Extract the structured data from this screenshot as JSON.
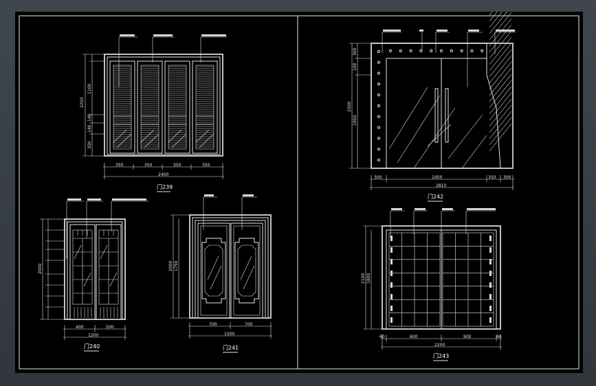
{
  "drawing": {
    "background": "#000000",
    "line_color": "#e8e8e8",
    "captions": {
      "d239": "门239",
      "d240": "门240",
      "d241": "门241",
      "d242": "门242",
      "d243": "门243"
    },
    "dims": {
      "d239_h_total": "2250",
      "d239_h_top": "1100",
      "d239_h_a": "140",
      "d239_h_b": "140",
      "d239_h_c": "350",
      "d239_w1": "350",
      "d239_w2": "350",
      "d239_w3": "350",
      "d239_w4": "350",
      "d239_w_total": "2400",
      "d240_h_total": "2000",
      "d240_w1": "400",
      "d240_w2": "500",
      "d240_w_total": "1200",
      "d241_h_total": "2000",
      "d241_h_inner": "1750",
      "d241_w1": "700",
      "d241_w2": "700",
      "d241_w_total": "1500",
      "d242_h_total": "2500",
      "d242_h_top": "300",
      "d242_h_mid": "100",
      "d242_h_low": "1900",
      "d242_w1": "300",
      "d242_w2": "1950",
      "d242_w3": "350",
      "d242_w4": "300",
      "d242_w_total": "2810",
      "d243_h_total": "2100",
      "d243_h_inner": "1800",
      "d243_w1": "60",
      "d243_w2": "600",
      "d243_w3": "900",
      "d243_w4": "60",
      "d243_w_total": "2200"
    }
  }
}
